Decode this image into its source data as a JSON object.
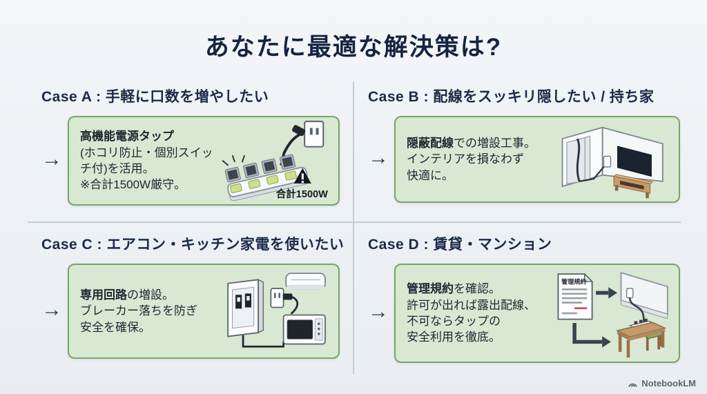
{
  "title": "あなたに最適な解決策は?",
  "icons": {
    "arrow": "→"
  },
  "colors": {
    "accent_navy": "#15233f",
    "card_fill": "#d8e8d2",
    "card_border": "#75a669",
    "divider": "#c7ccd3",
    "background": "#eef1f5"
  },
  "cases": [
    {
      "id": "A",
      "header": "Case A : 手軽に口数を増やしたい",
      "lines": [
        {
          "bold": "高機能電源タップ",
          "rest": ""
        },
        {
          "bold": "",
          "rest": "(ホコリ防止・個別スイッ"
        },
        {
          "bold": "",
          "rest": "チ付)を活用。"
        },
        {
          "bold": "",
          "rest": "※合計1500W厳守。"
        }
      ],
      "illustration": "power-strip-with-wall-outlet-and-warning",
      "illustration_label": "合計1500W"
    },
    {
      "id": "B",
      "header": "Case B : 配線をスッキリ隠したい / 持ち家",
      "lines": [
        {
          "bold": "隠蔽配線",
          "rest": "での増設工事。"
        },
        {
          "bold": "",
          "rest": "インテリアを損なわず"
        },
        {
          "bold": "",
          "rest": "快適に。"
        }
      ],
      "illustration": "room-corner-with-in-wall-wiring-tv-and-stand",
      "illustration_label": ""
    },
    {
      "id": "C",
      "header": "Case C : エアコン・キッチン家電を使いたい",
      "lines": [
        {
          "bold": "専用回路",
          "rest": "の増設。"
        },
        {
          "bold": "",
          "rest": "ブレーカー落ちを防ぎ"
        },
        {
          "bold": "",
          "rest": "安全を確保。"
        }
      ],
      "illustration": "breaker-panel-outlet-aircon-microwave",
      "illustration_label": ""
    },
    {
      "id": "D",
      "header": "Case D : 賃貸・マンション",
      "lines": [
        {
          "bold": "管理規約",
          "rest": "を確認。"
        },
        {
          "bold": "",
          "rest": "許可が出れば露出配線、"
        },
        {
          "bold": "",
          "rest": "不可ならタップの"
        },
        {
          "bold": "",
          "rest": "安全利用を徹底。"
        }
      ],
      "illustration": "rules-document-wall-outlet-desk-with-tap",
      "doc_label": "管理規約"
    }
  ],
  "footer": {
    "brand": "NotebookLM"
  }
}
